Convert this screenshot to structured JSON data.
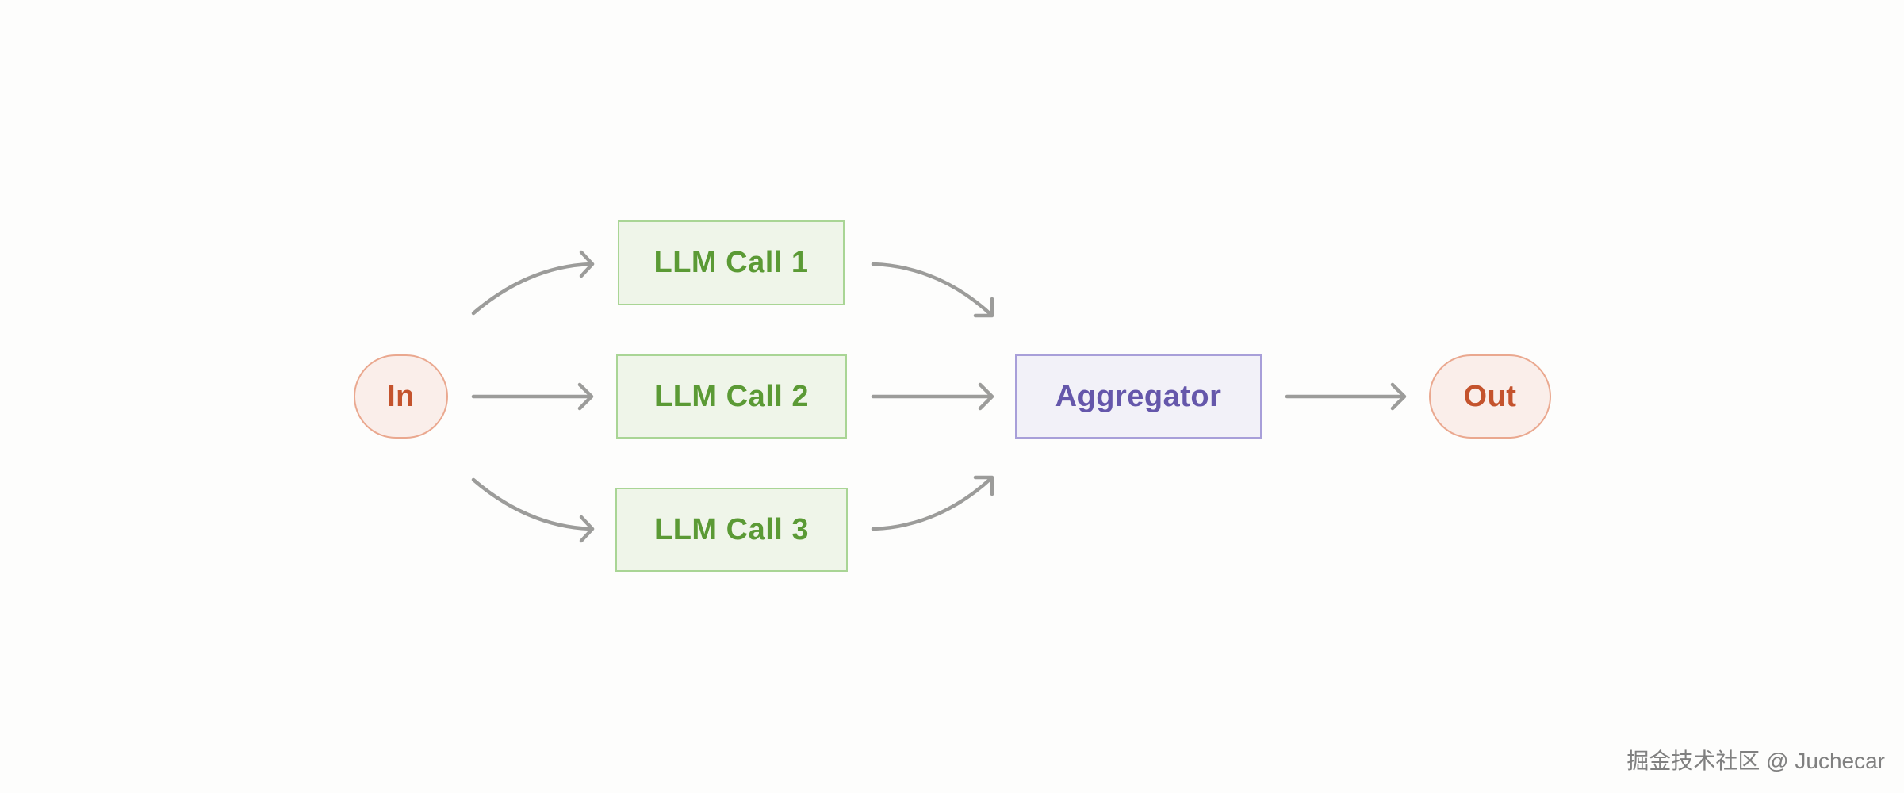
{
  "diagram": {
    "input": {
      "label": "In"
    },
    "llm_calls": [
      {
        "label": "LLM Call 1"
      },
      {
        "label": "LLM Call 2"
      },
      {
        "label": "LLM Call 3"
      }
    ],
    "aggregator": {
      "label": "Aggregator"
    },
    "output": {
      "label": "Out"
    }
  },
  "colors": {
    "terminal_fill": "#faeeea",
    "terminal_border": "#eaa88f",
    "terminal_text": "#c4532d",
    "llm_fill": "#eff5e9",
    "llm_border": "#a9d595",
    "llm_text": "#5b9a35",
    "aggregator_fill": "#f2f1f8",
    "aggregator_border": "#a89fd9",
    "aggregator_text": "#6557ab",
    "arrow": "#9c9c9a"
  },
  "watermark": {
    "text": "掘金技术社区 @ Juchecar"
  }
}
